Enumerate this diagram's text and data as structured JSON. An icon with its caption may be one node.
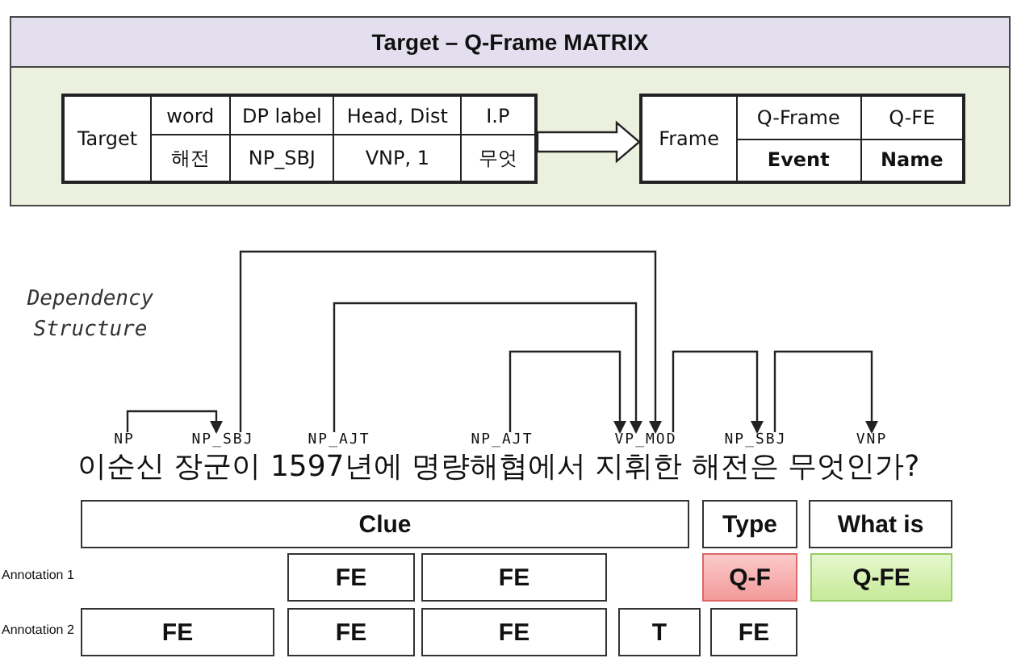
{
  "diagram": {
    "nodes": [
      {
        "text": [
          "Target – Q-Frame MATRIX"
        ]
      },
      {
        "text": [
          "Target",
          "word",
          "DP label",
          "Head, Dist",
          "I.P",
          "해전",
          "NP_SBJ",
          "VNP, 1",
          "무엇"
        ],
        "in": 0
      },
      {
        "text": [
          "Frame",
          "Q-Frame",
          "Q-FE",
          "Event",
          "Name"
        ],
        "in": 0
      },
      {
        "text": [
          "NP"
        ]
      },
      {
        "text": [
          "NP_SBJ"
        ]
      },
      {
        "text": [
          "NP_AJT"
        ]
      },
      {
        "text": [
          "NP_AJT"
        ]
      },
      {
        "text": [
          "VP_MOD"
        ]
      },
      {
        "text": [
          "NP_SBJ"
        ]
      },
      {
        "text": [
          "VNP"
        ]
      },
      {
        "text": [
          "Clue"
        ]
      },
      {
        "text": [
          "Type"
        ]
      },
      {
        "text": [
          "What is"
        ]
      },
      {
        "text": [
          "FE"
        ]
      },
      {
        "text": [
          "FE"
        ]
      },
      {
        "text": [
          "Q-F"
        ]
      },
      {
        "text": [
          "Q-FE"
        ]
      },
      {
        "text": [
          "FE"
        ]
      },
      {
        "text": [
          "FE"
        ]
      },
      {
        "text": [
          "FE"
        ]
      },
      {
        "text": [
          "T"
        ]
      },
      {
        "text": [
          "FE"
        ]
      }
    ],
    "edges": [
      {
        "from": 1,
        "to": 2,
        "arrow": "to"
      },
      {
        "from": 3,
        "to": 4,
        "arrow": "to"
      },
      {
        "from": 4,
        "to": 7,
        "arrow": "to"
      },
      {
        "from": 5,
        "to": 7,
        "arrow": "to"
      },
      {
        "from": 6,
        "to": 7,
        "arrow": "to"
      },
      {
        "from": 7,
        "to": 8,
        "arrow": "to"
      },
      {
        "from": 8,
        "to": 9,
        "arrow": "to"
      }
    ],
    "labels": [
      "Dependency Structure",
      "이순신 장군이 1597년에 명량해협에서 지휘한 해전은 무엇인가?",
      "Annotation 1",
      "Annotation 2"
    ]
  }
}
